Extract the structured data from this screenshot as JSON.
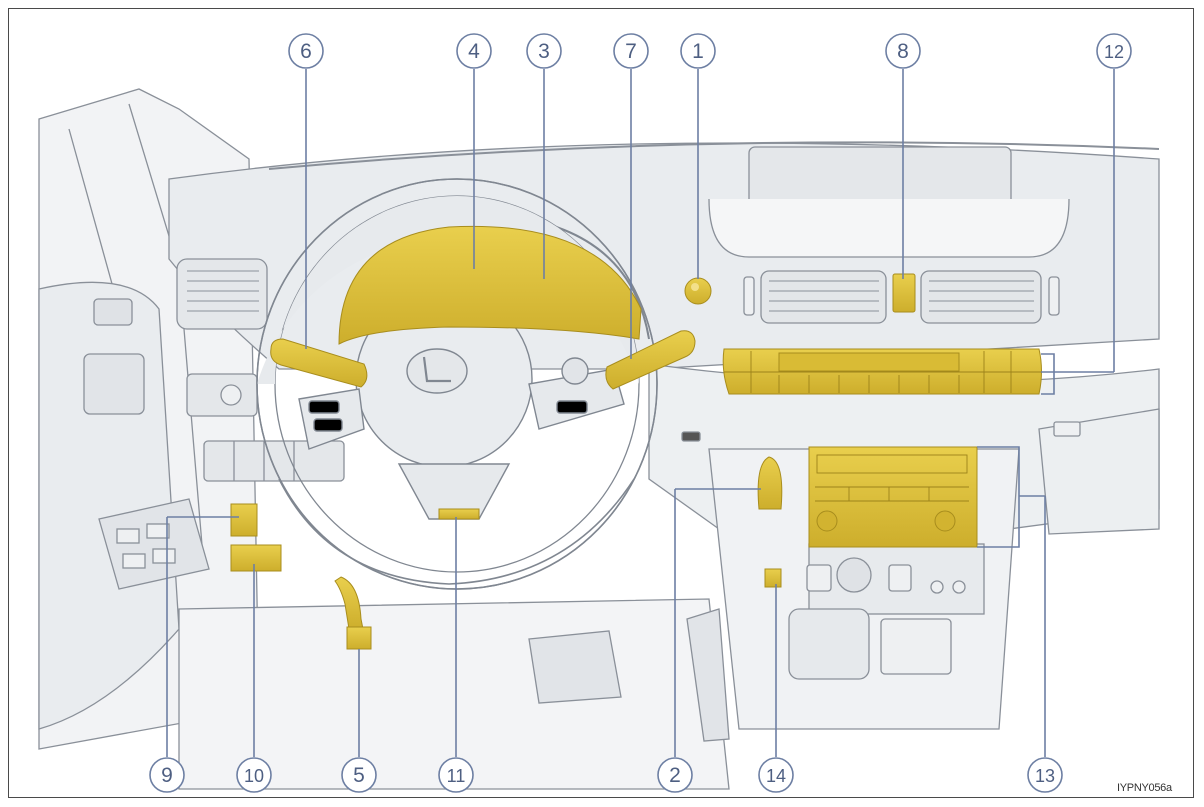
{
  "callouts": [
    {
      "id": "callout-1",
      "label": "1"
    },
    {
      "id": "callout-2",
      "label": "2"
    },
    {
      "id": "callout-3",
      "label": "3"
    },
    {
      "id": "callout-4",
      "label": "4"
    },
    {
      "id": "callout-5",
      "label": "5"
    },
    {
      "id": "callout-6",
      "label": "6"
    },
    {
      "id": "callout-7",
      "label": "7"
    },
    {
      "id": "callout-8",
      "label": "8"
    },
    {
      "id": "callout-9",
      "label": "9"
    },
    {
      "id": "callout-10",
      "label": "10"
    },
    {
      "id": "callout-11",
      "label": "11"
    },
    {
      "id": "callout-12",
      "label": "12"
    },
    {
      "id": "callout-13",
      "label": "13"
    },
    {
      "id": "callout-14",
      "label": "14"
    }
  ],
  "image_code": "IYPNY056a",
  "colors": {
    "highlight": "#e3c53a",
    "highlight_dark": "#b8991f",
    "outline": "#8a9099",
    "surface": "#eef0f2",
    "callout_stroke": "#6d7fa3",
    "callout_text": "#4e5f82"
  }
}
